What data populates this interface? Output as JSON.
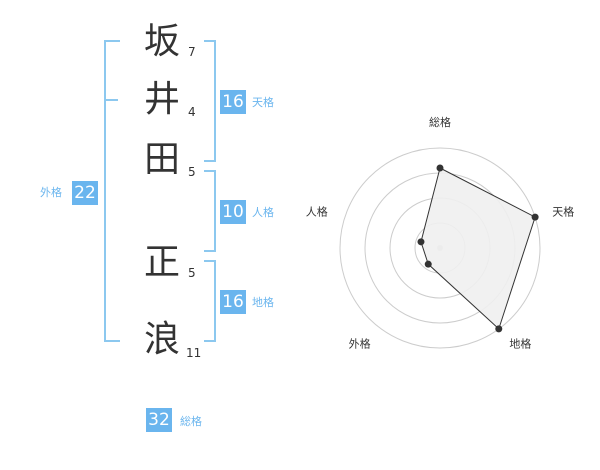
{
  "name": {
    "chars": [
      {
        "char": "坂",
        "strokes": "7"
      },
      {
        "char": "井",
        "strokes": "4"
      },
      {
        "char": "田",
        "strokes": "5"
      },
      {
        "char": "正",
        "strokes": "5"
      },
      {
        "char": "浪",
        "strokes": "11"
      }
    ]
  },
  "fortunes": {
    "tenkaku": {
      "value": "16",
      "label": "天格"
    },
    "jinkaku": {
      "value": "10",
      "label": "人格"
    },
    "chikaku": {
      "value": "16",
      "label": "地格"
    },
    "gaikaku": {
      "value": "22",
      "label": "外格"
    },
    "soukaku": {
      "value": "32",
      "label": "総格"
    }
  },
  "chart_data": {
    "type": "radar",
    "axes": [
      "総格",
      "天格",
      "地格",
      "外格",
      "人格"
    ],
    "values": [
      4,
      5,
      5,
      1,
      1
    ],
    "max": 5,
    "rings": 4,
    "colors": {
      "fill": "#efefef",
      "line": "#333333",
      "grid": "#cccccc",
      "center": "#cccccc"
    }
  }
}
